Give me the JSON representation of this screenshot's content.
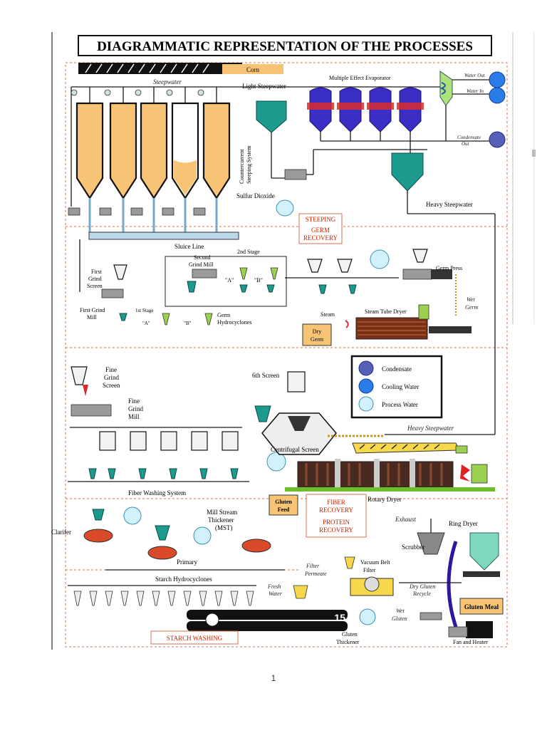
{
  "title": "DIAGRAMMATIC REPRESENTATION OF THE PROCESSES",
  "page_number": "1",
  "labels": {
    "corn": "Corn",
    "steepwater": "Steepwater",
    "light_steepwater": "Light Steepwater",
    "multiple_effect_evaporator": "Multiple Effect Evaporator",
    "water_out": "Water Out",
    "water_in": "Water In",
    "condensate_out_1": "Condensate",
    "condensate_out_2": "Out",
    "countercurrent_1": "Countercurrent",
    "countercurrent_2": "Steeping System",
    "sulfur_dioxide": "Sulfur Dioxide",
    "heavy_steepwater": "Heavy Steepwater",
    "sluice_line": "Sluice Line",
    "second_stage": "2nd Stage",
    "second_grind_mill_1": "Second",
    "second_grind_mill_2": "Grind Mill",
    "first_grind_screen_1": "First",
    "first_grind_screen_2": "Grind",
    "first_grind_screen_3": "Screen",
    "first_grind_mill_1": "First Grind",
    "first_grind_mill_2": "Mill",
    "first_stage": "1st Stage",
    "a_label": "\"A\"",
    "b_label": "\"B\"",
    "germ_hydrocyclones_1": "Germ",
    "germ_hydrocyclones_2": "Hydrocyclones",
    "germ_press": "Germ Press",
    "wet_germ_1": "Wet",
    "wet_germ_2": "Germ",
    "steam": "Steam",
    "steam_tube_dryer": "Steam Tube Dryer",
    "dry_germ_1": "Dry",
    "dry_germ_2": "Germ",
    "fine_grind_screen_1": "Fine",
    "fine_grind_screen_2": "Grind",
    "fine_grind_screen_3": "Screen",
    "fine_grind_mill_1": "Fine",
    "fine_grind_mill_2": "Grind",
    "fine_grind_mill_3": "Mill",
    "sixth_screen": "6th Screen",
    "centrifugal_screen": "Centrifugal Screen",
    "heavy_steepwater_2": "Heavy Steepwater",
    "fiber_washing_system": "Fiber Washing System",
    "gluten_feed_1": "Gluten",
    "gluten_feed_2": "Feed",
    "rotary_dryer": "Rotary Dryer",
    "mill_stream_thickener_1": "Mill Stream",
    "mill_stream_thickener_2": "Thickener",
    "mill_stream_thickener_3": "(MST)",
    "clarifer": "Clarifer",
    "primary": "Primary",
    "exhaust": "Exhaust",
    "ring_dryer": "Ring Dryer",
    "scrubber": "Scrubber",
    "filter_permeate_1": "Filter",
    "filter_permeate_2": "Permeate",
    "vacuum_belt_filter_1": "Vacuum Belt",
    "vacuum_belt_filter_2": "Filter",
    "dry_gluten_recycle_1": "Dry Gluten",
    "dry_gluten_recycle_2": "Recycle",
    "gluten_meal": "Gluten Meal",
    "starch_hydrocyclones": "Starch Hydrocyclones",
    "fresh_water_1": "Fresh",
    "fresh_water_2": "Water",
    "wet_gluten_1": "Wet",
    "wet_gluten_2": "Gluten",
    "gluten_thickener_1": "Gluten",
    "gluten_thickener_2": "Thickener",
    "fan_and_heater": "Fan and Heater",
    "overlay_number": "15"
  },
  "sections": {
    "steeping": "STEEPING",
    "germ_recovery_1": "GERM",
    "germ_recovery_2": "RECOVERY",
    "fiber_recovery_1": "FIBER",
    "fiber_recovery_2": "RECOVERY",
    "protein_recovery_1": "PROTEIN",
    "protein_recovery_2": "RECOVERY",
    "starch_washing": "STARCH WASHING"
  },
  "legend": {
    "items": [
      {
        "label": "Condensate",
        "color": "#5560b8",
        "icon": "dark-blue-circle"
      },
      {
        "label": "Cooling Water",
        "color": "#2a7de8",
        "icon": "blue-circle"
      },
      {
        "label": "Process Water",
        "color": "#d2f1fb",
        "icon": "light-blue-circle"
      }
    ]
  },
  "colors": {
    "silo_fill": "#f6c474",
    "tank": "#1d9a8e",
    "evaporator": "#3b2ec4",
    "section_label": "#cc2200",
    "product_box": "#f6c474"
  }
}
